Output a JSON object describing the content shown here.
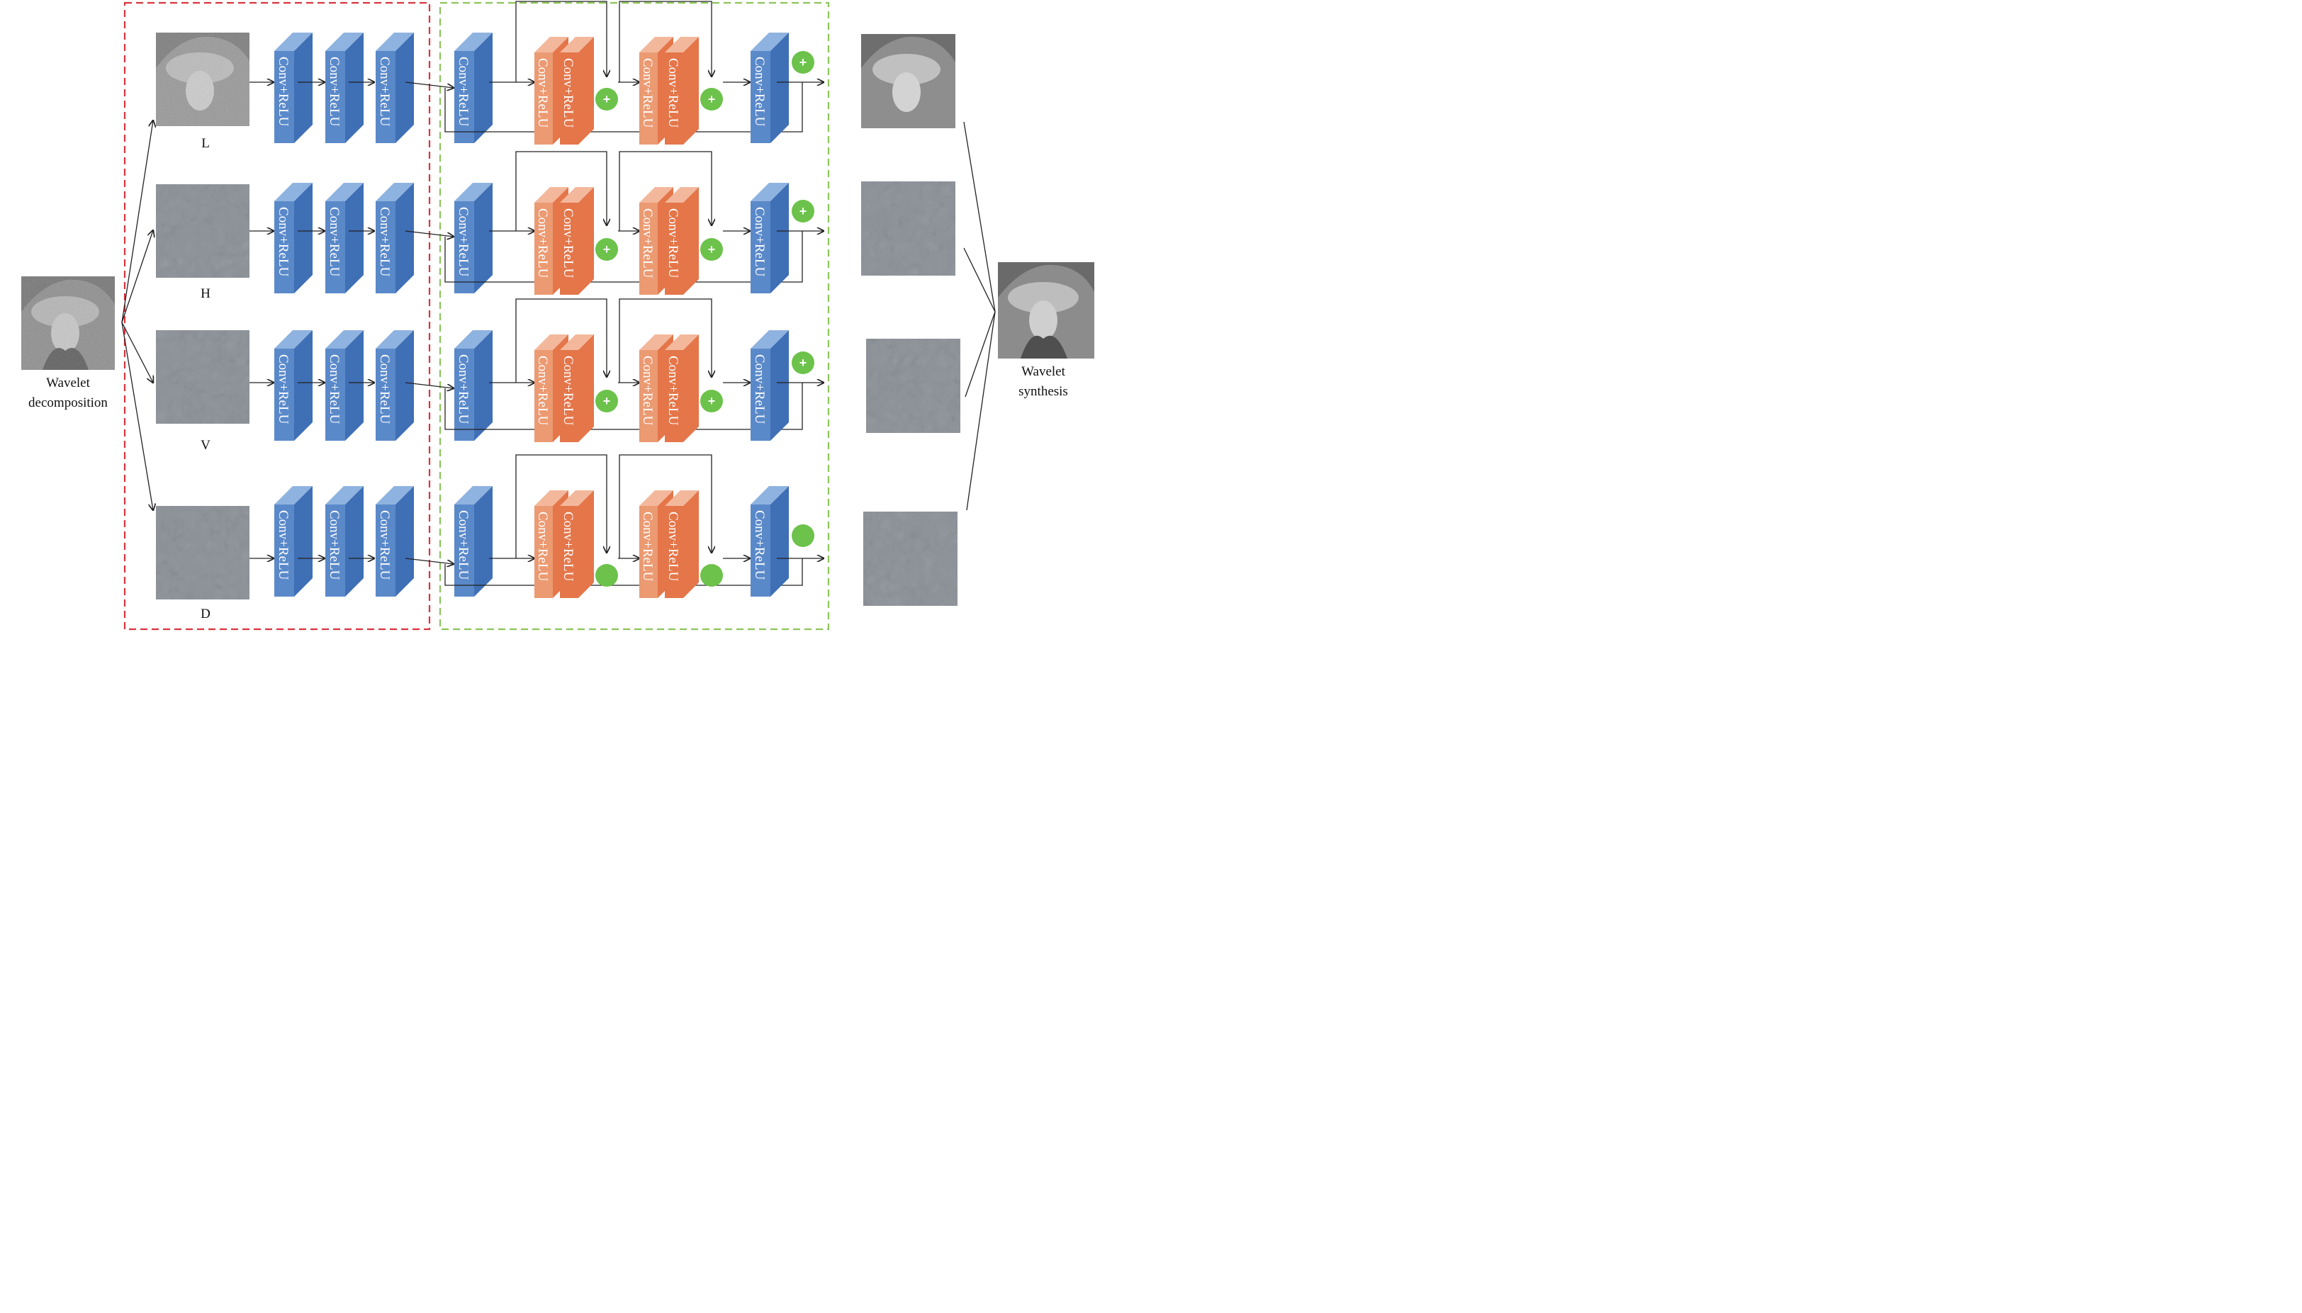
{
  "input": {
    "line1": "Wavelet",
    "line2": "decomposition"
  },
  "output": {
    "line1": "Wavelet",
    "line2": "synthesis"
  },
  "subbands": [
    {
      "label": "L",
      "plus_symbol": "+",
      "texture": "lena-noisy"
    },
    {
      "label": "H",
      "plus_symbol": "+",
      "texture": "edge-horizontal"
    },
    {
      "label": "V",
      "plus_symbol": "+",
      "texture": "edge-vertical"
    },
    {
      "label": "D",
      "plus_symbol": "",
      "texture": "edge-diagonal"
    }
  ],
  "block_label": "Conv+ReLU",
  "colors": {
    "conv_blue": "#3f6fb5",
    "conv_blue_top": "#8fb3e0",
    "conv_blue_side": "#5a89c9",
    "res_orange": "#e4764a",
    "res_orange_light": "#f3b89c",
    "add_green": "#6cc24a",
    "extract_border": "#d9343f",
    "denoise_border": "#8cc45a"
  }
}
